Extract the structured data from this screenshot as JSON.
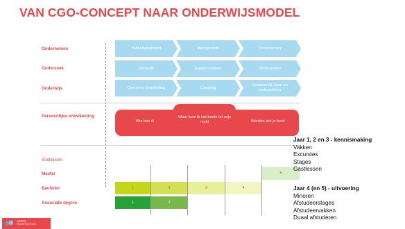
{
  "title": "VAN CGO-CONCEPT NAAR ONDERWIJSMODEL",
  "rows": {
    "ondernemen": {
      "label": "Ondernemen",
      "steps": [
        "Vakbekwaamheid",
        "Management",
        "Ondernemen"
      ]
    },
    "onderzoek": {
      "label": "Onderzoek",
      "steps": [
        "Instructie",
        "Experimenteren",
        "Onderzoeken"
      ]
    },
    "onderwijs": {
      "label": "Onderwijs",
      "steps": [
        "Directieve begeleiding",
        "Coaching",
        "Gezamenlijk leren en onderzoeken"
      ]
    }
  },
  "persoonlijk": {
    "label": "Persoonlijke ontwikkeling",
    "steps": [
      "Wie ben ik",
      "Waar kom ik het beste tot mijn recht",
      "Worden wie je bent"
    ]
  },
  "studiejaren": {
    "heading": "Studiejaren",
    "levels": [
      "Master",
      "Bachelor",
      "Associate degree"
    ],
    "master_year": "5",
    "bachelor_years": [
      "1",
      "2",
      "3",
      "4"
    ],
    "ad_years": [
      "1",
      "2"
    ]
  },
  "side": {
    "heading1": "Jaar 1, 2 en 3 - kennismaking",
    "items1": [
      "Vakken",
      "Excursies",
      "Stages",
      "Gastlessen"
    ],
    "heading2": "Jaar 4 (en 5) - uitvoering",
    "items2": [
      "Minoren",
      "Afstudeerstages",
      "Afstudeervakken",
      "Duaal afstuderen"
    ]
  },
  "logo": {
    "line1": "AERES",
    "line2": "HOGESCHOOL",
    "line3": ""
  },
  "colors": {
    "accent": "#e8474b",
    "chevron": "#a7d9f0",
    "lime": "#c3d61b",
    "lime_light": "#e8ef99",
    "green_dark": "#26a239",
    "green": "#79b84a",
    "mint": "#d6efc6"
  }
}
